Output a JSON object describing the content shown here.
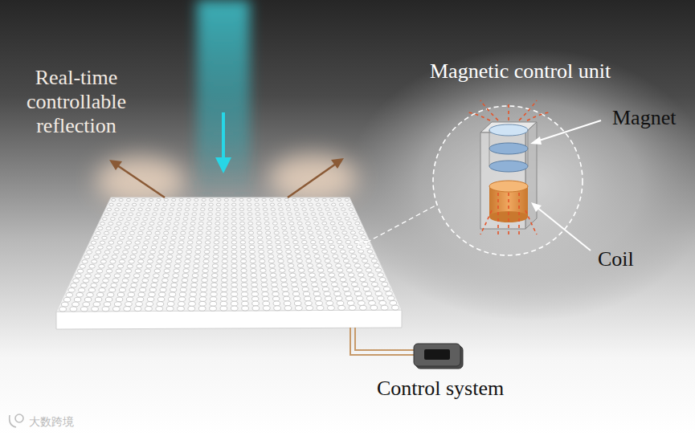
{
  "diagram": {
    "nodes": [
      {
        "text": [
          "Magnetic control unit",
          "Magnet",
          "Coil"
        ]
      },
      {
        "text": [
          "Control system"
        ]
      }
    ],
    "labels": [
      "Real-time controllable reflection",
      "大数跨境"
    ]
  }
}
